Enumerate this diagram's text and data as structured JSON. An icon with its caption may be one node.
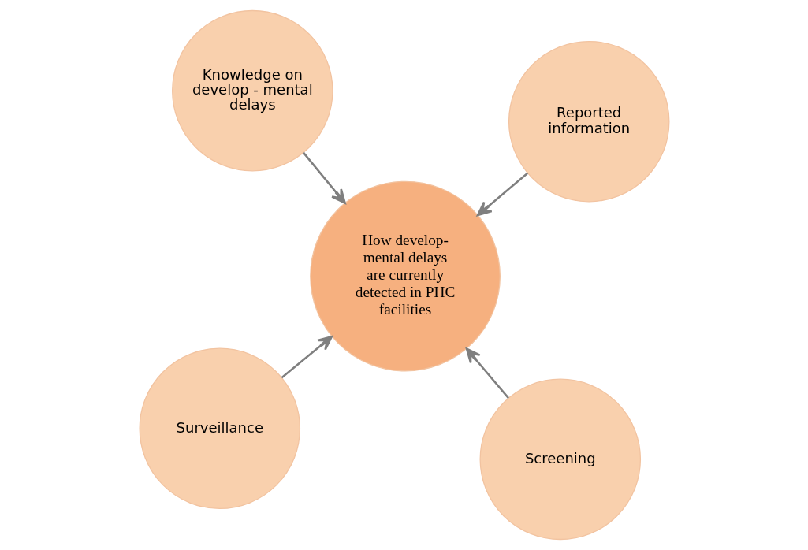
{
  "diagram": {
    "nodes": [
      {
        "text": [
          "Surveillance"
        ]
      },
      {
        "text": [
          "Screening"
        ]
      },
      {
        "text": [
          "How develop- mental delays are currently detected in PHC facilities"
        ]
      },
      {
        "text": [
          "Knowledge on develop - mental delays"
        ]
      },
      {
        "text": [
          "Reported information"
        ]
      }
    ],
    "edges": [
      {
        "from": 0,
        "to": 2,
        "arrow": "to"
      },
      {
        "from": 1,
        "to": 2,
        "arrow": "to"
      },
      {
        "from": 3,
        "to": 2,
        "arrow": "to"
      },
      {
        "from": 4,
        "to": 2,
        "arrow": "to"
      }
    ]
  }
}
